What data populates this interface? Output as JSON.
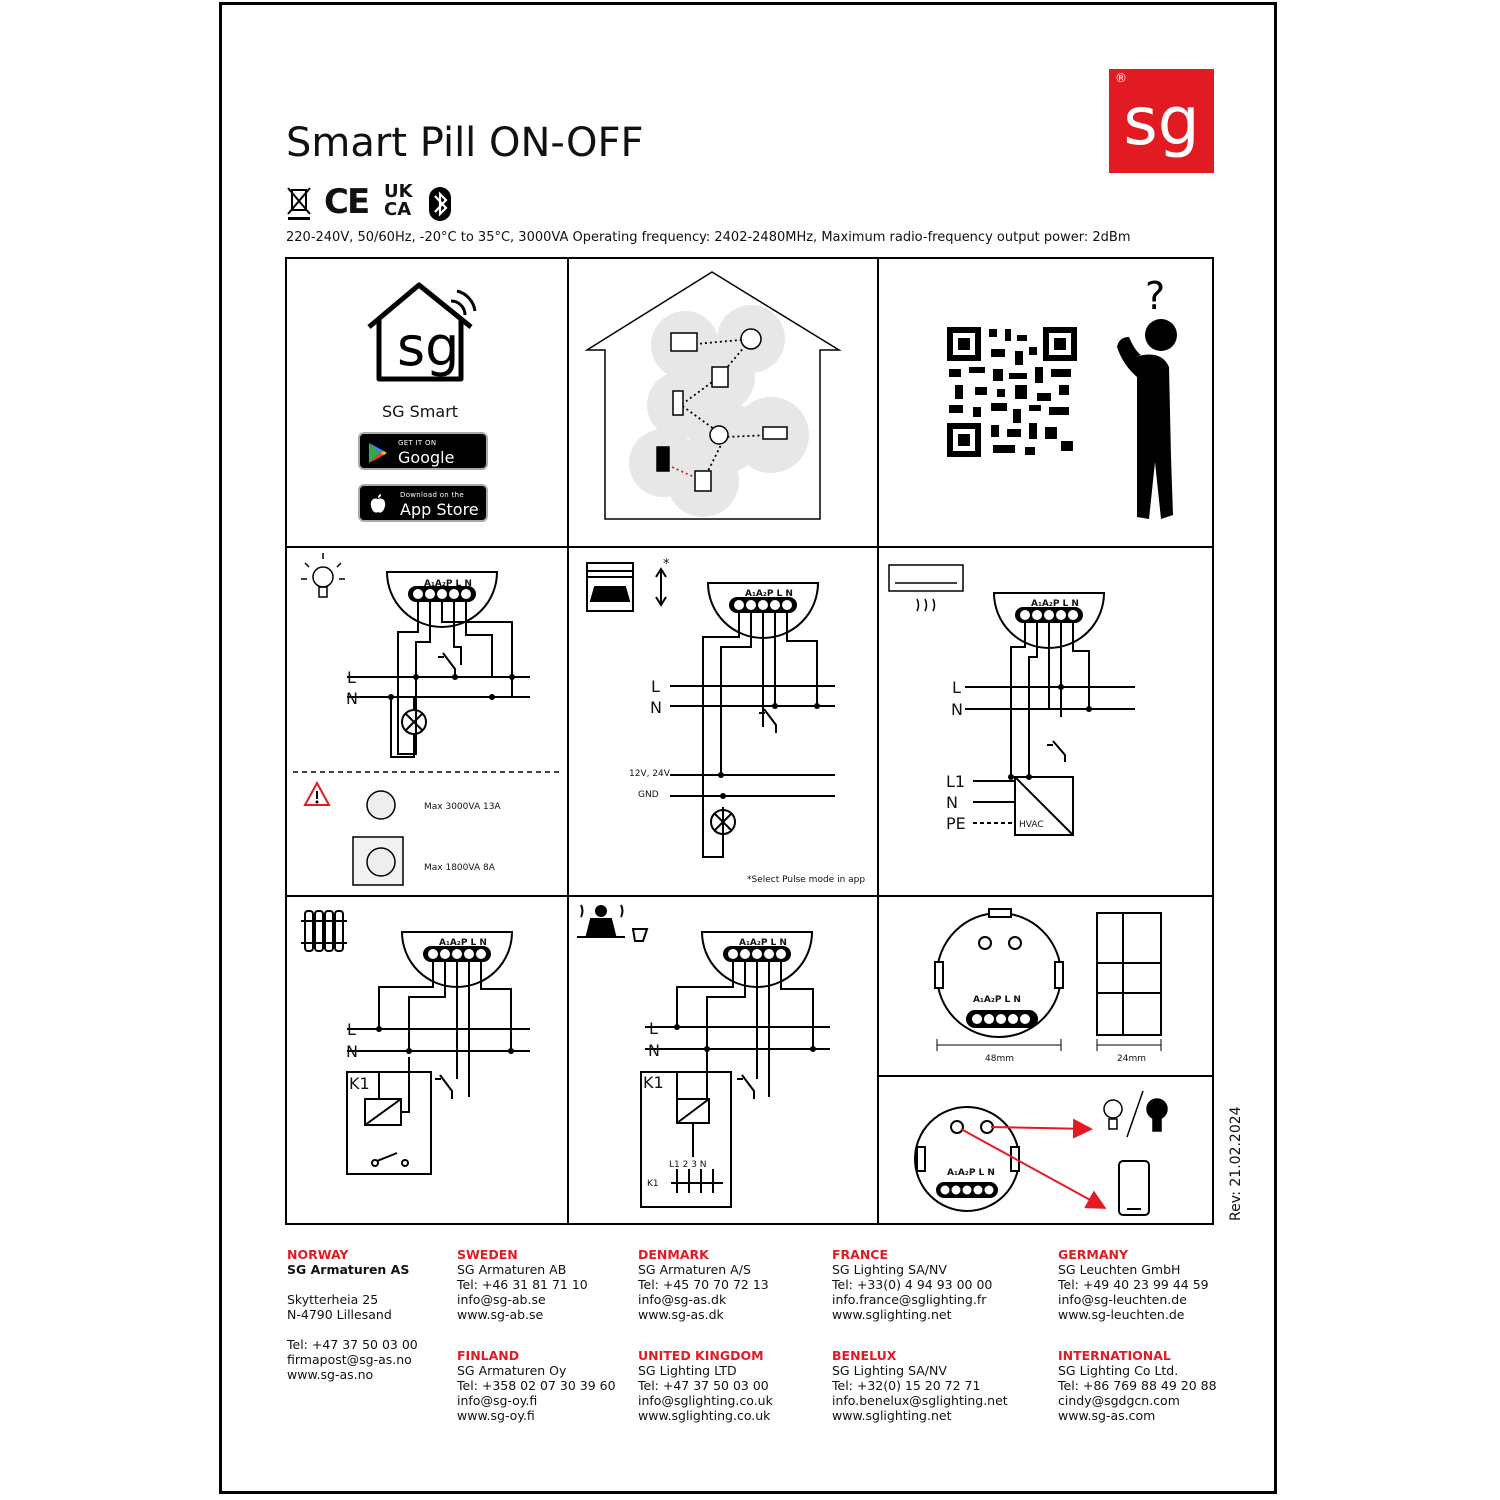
{
  "product": {
    "title": "Smart Pill ON-OFF",
    "specs": "220-240V, 50/60Hz, -20°C to 35°C, 3000VA Operating frequency: 2402-2480MHz, Maximum radio-frequency output power: 2dBm",
    "brand_mark": "sg",
    "brand_registered": "®",
    "cert_marks": [
      "CE",
      "UK",
      "CA"
    ]
  },
  "app": {
    "name": "SG Smart",
    "google_play": {
      "top": "GET IT ON",
      "main": "Google Play"
    },
    "app_store": {
      "top": "Download on the",
      "main": "App Store"
    }
  },
  "wiring": {
    "terminals": "A₁A₂P L N",
    "phase": "L",
    "neutral": "N",
    "low_voltage": "12V, 24V",
    "ground": "GND",
    "hvac_l1": "L1",
    "hvac_n": "N",
    "hvac_pe": "PE",
    "hvac_box": "HVAC",
    "relay": "K1",
    "relay_k1": "K1",
    "relay_terms": "L1 2 3 N",
    "pulse_note": "*Select Pulse mode in app",
    "load_max_1": "Max 3000VA 13A",
    "load_max_2": "Max 1800VA 8A",
    "star": "*"
  },
  "dimensions": {
    "width": "48mm",
    "depth": "24mm"
  },
  "revision": "Rev: 21.02.2024",
  "contacts": [
    {
      "country": "NORWAY",
      "company": "SG Armaturen AS",
      "lines": [
        "",
        "Skytterheia 25",
        "N-4790 Lillesand",
        "",
        "Tel: +47 37 50 03 00",
        "firmapost@sg-as.no",
        "www.sg-as.no"
      ]
    },
    {
      "country": "SWEDEN",
      "company": "SG Armaturen AB",
      "lines": [
        "Tel: +46 31 81 71 10",
        "info@sg-ab.se",
        "www.sg-ab.se"
      ]
    },
    {
      "country": "DENMARK",
      "company": "SG Armaturen A/S",
      "lines": [
        "Tel: +45 70 70 72 13",
        "info@sg-as.dk",
        "www.sg-as.dk"
      ]
    },
    {
      "country": "FRANCE",
      "company": "SG Lighting SA/NV",
      "lines": [
        "Tel: +33(0) 4 94 93 00 00",
        "info.france@sglighting.fr",
        "www.sglighting.net"
      ]
    },
    {
      "country": "GERMANY",
      "company": "SG Leuchten GmbH",
      "lines": [
        "Tel: +49 40 23 99 44 59",
        "info@sg-leuchten.de",
        "www.sg-leuchten.de"
      ]
    },
    {
      "country": "FINLAND",
      "company": "SG Armaturen Oy",
      "lines": [
        "Tel: +358 02 07 30 39 60",
        "info@sg-oy.fi",
        "www.sg-oy.fi"
      ]
    },
    {
      "country": "UNITED KINGDOM",
      "company": "SG Lighting LTD",
      "lines": [
        "Tel: +47 37 50 03 00",
        "info@sglighting.co.uk",
        "www.sglighting.co.uk"
      ]
    },
    {
      "country": "BENELUX",
      "company": "SG Lighting SA/NV",
      "lines": [
        "Tel: +32(0) 15 20 72 71",
        "info.benelux@sglighting.net",
        "www.sglighting.net"
      ]
    },
    {
      "country": "INTERNATIONAL",
      "company": "SG Lighting Co Ltd.",
      "lines": [
        "Tel: +86 769 88 49 20 88",
        "cindy@sgdgcn.com",
        "www.sg-as.com"
      ]
    }
  ]
}
